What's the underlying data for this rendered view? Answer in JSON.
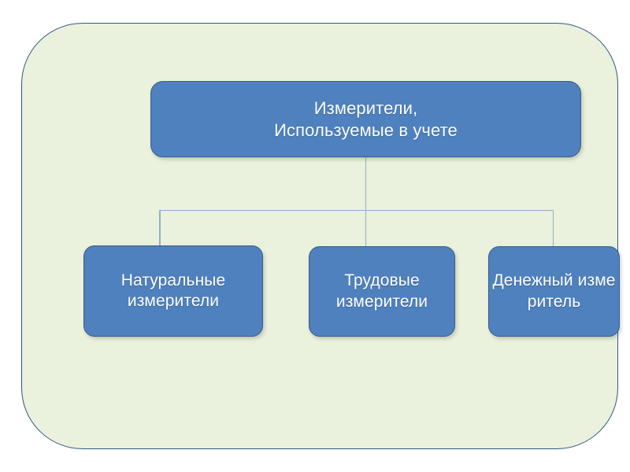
{
  "diagram": {
    "title": "Измерители, используемые в учете",
    "type": "hierarchy-tree",
    "colors": {
      "panel_background": "#eaf1dc",
      "panel_border": "#31597d",
      "node_fill": "#4e81bd",
      "node_border": "#385d8a",
      "node_text": "#ffffff",
      "connector": "#8fb0c8",
      "page_background": "#ffffff"
    },
    "root": {
      "id": "root",
      "label": "Измерители,\nИспользуемые в учете",
      "line1": "Измерители,",
      "line2": "Используемые в учете"
    },
    "children": [
      {
        "id": "natural",
        "label": "Натуральные\nизмерители",
        "line1": "Натуральные",
        "line2": "измерители"
      },
      {
        "id": "labor",
        "label": "Трудовые\nизмерители",
        "line1": "Трудовые",
        "line2": "измерители"
      },
      {
        "id": "monetary",
        "label": "Денежный измеритель",
        "line1": "Денежный",
        "line2": "измеритель"
      }
    ],
    "connectors": [
      {
        "id": "trunk-vertical",
        "from": "root",
        "to": "bus"
      },
      {
        "id": "bus-horizontal",
        "from": "bus",
        "to": "children"
      },
      {
        "id": "drop-left",
        "from": "bus",
        "to": "natural"
      },
      {
        "id": "drop-middle",
        "from": "bus",
        "to": "labor"
      },
      {
        "id": "drop-right",
        "from": "bus",
        "to": "monetary"
      }
    ]
  }
}
